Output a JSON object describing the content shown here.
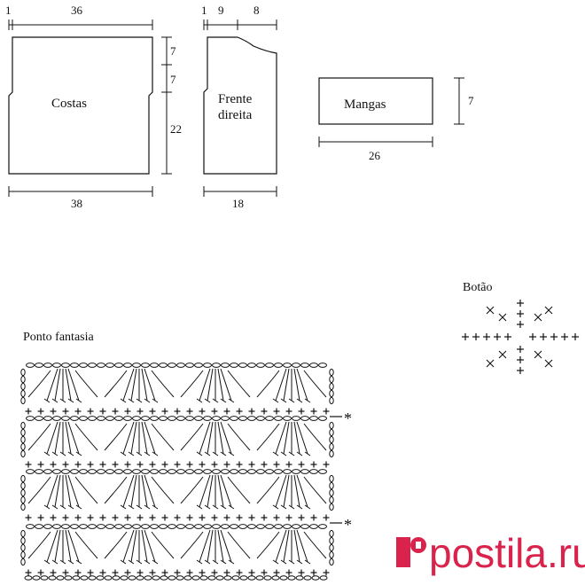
{
  "schematic": {
    "costas": {
      "label": "Costas",
      "top_width": "36",
      "bottom_width": "38",
      "left_margin": "1",
      "right_heights": [
        "7",
        "7",
        "22"
      ]
    },
    "frente": {
      "label_line1": "Frente",
      "label_line2": "direita",
      "top_dims": [
        "1",
        "9",
        "8"
      ],
      "bottom_width": "18"
    },
    "mangas": {
      "label": "Mangas",
      "width": "26",
      "height": "7"
    }
  },
  "stitch_chart": {
    "title": "Ponto fantasia",
    "row_marker": "*",
    "motif_count": 4,
    "row_groups": 4
  },
  "button_chart": {
    "title": "Botão",
    "single_crochet": "+",
    "cross_stitch": "×"
  },
  "watermark": {
    "icon": "postila-logo-icon",
    "text": "postila.ru",
    "color": "#d9234c"
  }
}
